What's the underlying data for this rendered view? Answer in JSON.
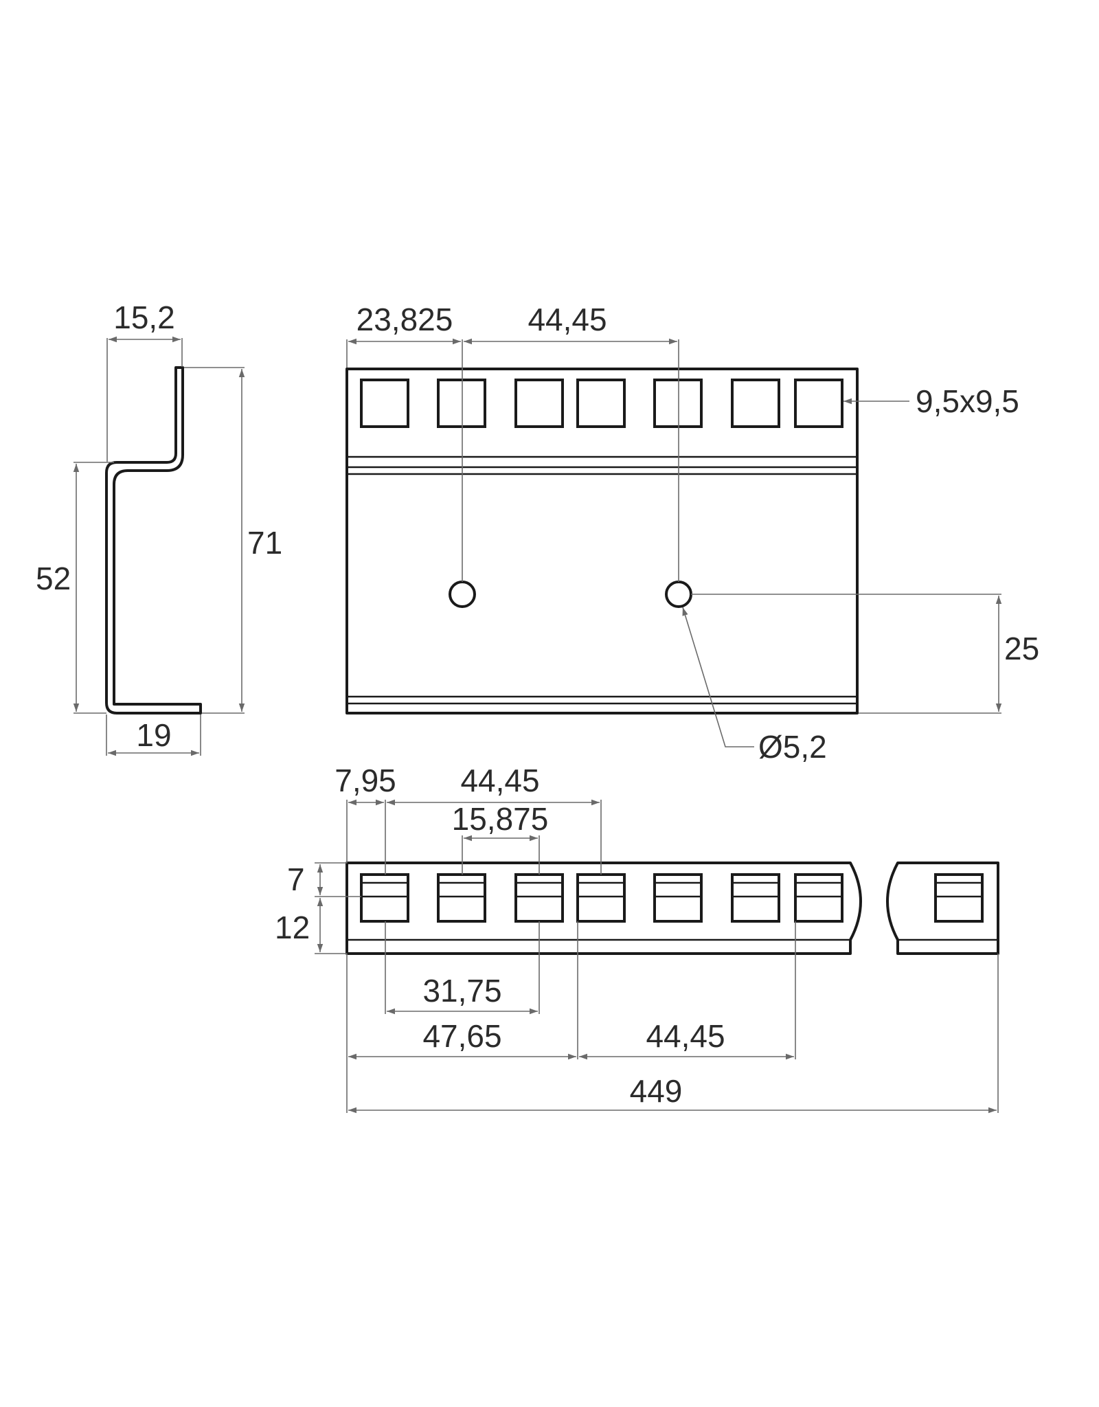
{
  "side_view": {
    "top_width": "15,2",
    "total_height": "71",
    "inner_height": "52",
    "bottom_width": "19"
  },
  "front_view": {
    "offset_first_hole": "23,825",
    "hole_pitch": "44,45",
    "square_hole_size": "9,5x9,5",
    "round_hole_height": "25",
    "round_hole_diameter": "Ø5,2"
  },
  "bottom_view": {
    "edge_offset": "7,95",
    "pitch_top": "44,45",
    "inner_spacing": "15,875",
    "slot_height": "7",
    "slot_total": "12",
    "span_a": "31,75",
    "span_b": "47,65",
    "pitch_bottom": "44,45",
    "overall_length": "449"
  }
}
